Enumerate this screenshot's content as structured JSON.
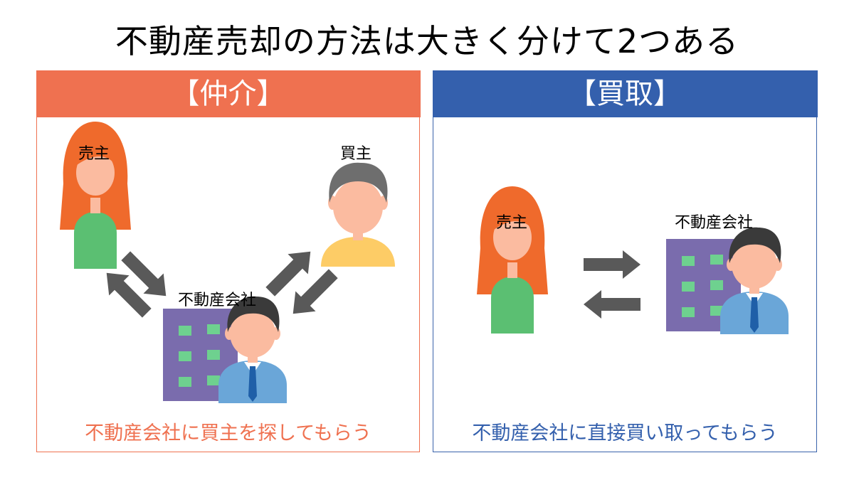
{
  "title": "不動産売却の方法は大きく分けて2つある",
  "panels": {
    "left": {
      "header": "【仲介】",
      "seller_label": "売主",
      "buyer_label": "買主",
      "agency_label": "不動産会社",
      "caption": "不動産会社に買主を探してもらう",
      "accent": "#ef7150"
    },
    "right": {
      "header": "【買取】",
      "seller_label": "売主",
      "agency_label": "不動産会社",
      "caption": "不動産会社に直接買い取ってもらう",
      "accent": "#3460ad"
    }
  },
  "colors": {
    "arrow": "#595959",
    "skin": "#fbbba0",
    "woman_hair": "#ef6a2c",
    "woman_shirt": "#5bbf72",
    "man_hair_gray": "#6e6e6e",
    "buyer_shirt": "#fdcc66",
    "agent_hair": "#3a3a3a",
    "agent_suit": "#6aa6d8",
    "building": "#7a6cad",
    "window": "#6ed18f"
  }
}
